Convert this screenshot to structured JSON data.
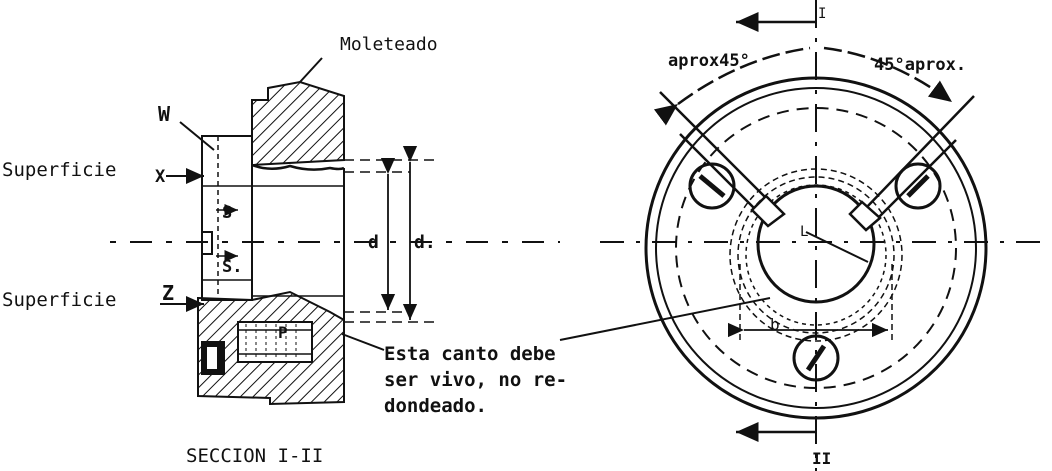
{
  "labels": {
    "moleteado": "Moleteado",
    "w": "W",
    "x": "X",
    "superficie_top": "Superficie",
    "superficie_bottom": "Superficie",
    "z": "Z",
    "s_top": "S",
    "s_bottom": "S.",
    "d_inner": "d",
    "d_outer": "d.",
    "p": "P",
    "note_line1": "Esta canto debe",
    "note_line2": "ser vivo, no re-",
    "note_line3": "dondeado.",
    "section_title": "SECCION I-II",
    "approx_left": "aprox45°",
    "approx_right": "45°aprox.",
    "label_l": "L",
    "label_b": "b",
    "section_mark_top": "I",
    "section_mark_bottom": "II"
  },
  "colors": {
    "ink": "#111111",
    "paper": "#ffffff"
  }
}
